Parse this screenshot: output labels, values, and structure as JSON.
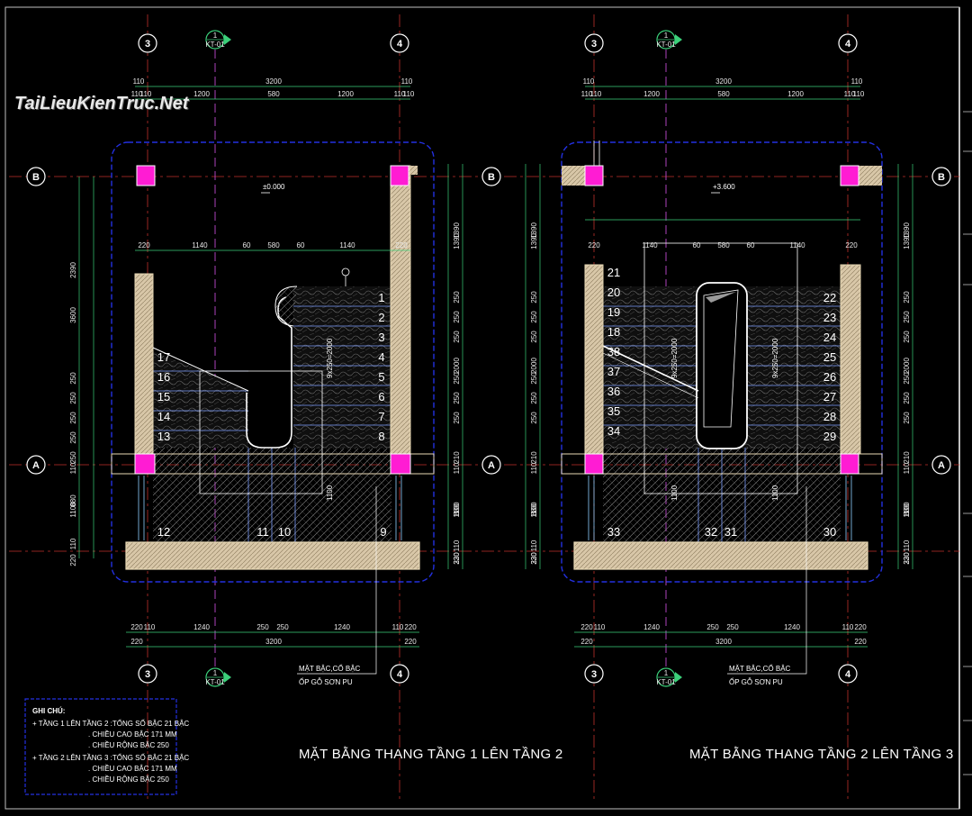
{
  "watermark": "TaiLieuKienTruc.Net",
  "grid": {
    "col_left": "3",
    "col_right": "4",
    "row_top": "B",
    "row_bottom": "A"
  },
  "section_tag": {
    "top": "1",
    "bottom": "KT-01"
  },
  "plans": [
    {
      "title": "MẶT BẰNG THANG TẦNG 1 LÊN TẦNG 2",
      "level": "±0.000",
      "steps_left": [
        "17",
        "16",
        "15",
        "14",
        "13"
      ],
      "steps_right": [
        "1",
        "2",
        "3",
        "4",
        "5",
        "6",
        "7",
        "8"
      ],
      "steps_bottom": [
        "12",
        "11",
        "10",
        "9"
      ],
      "slope_label": "9x250=2000",
      "note_label": "MẶT BẬC,CỔ BẬC",
      "note_label2": "ỐP GỖ SƠN PU"
    },
    {
      "title": "MẶT BẰNG THANG TẦNG 2 LÊN TẦNG 3",
      "level": "+3.600",
      "steps_left": [
        "21",
        "20",
        "19",
        "18",
        "38",
        "37",
        "36",
        "35",
        "34"
      ],
      "steps_right": [
        "22",
        "23",
        "24",
        "25",
        "26",
        "27",
        "28",
        "29"
      ],
      "steps_bottom": [
        "33",
        "32",
        "31",
        "30"
      ],
      "slope_label": "9x250=2000",
      "note_label": "MẶT BẬC,CỔ BẬC",
      "note_label2": "ỐP GỖ SƠN PU"
    }
  ],
  "dims": {
    "top1": [
      "110",
      "3200",
      "110"
    ],
    "top2": [
      "110",
      "110",
      "1200",
      "580",
      "1200",
      "110",
      "110"
    ],
    "inner": [
      "220",
      "1140",
      "60",
      "580",
      "60",
      "1140",
      "220"
    ],
    "bottom1": [
      "220",
      "110",
      "1240",
      "250",
      "250",
      "1240",
      "110",
      "220"
    ],
    "bottom2": [
      "220",
      "3200",
      "220"
    ],
    "right": [
      "1390",
      "1390",
      "250",
      "250",
      "250",
      "2000",
      "250",
      "250",
      "250",
      "210",
      "110",
      "1100",
      "880",
      "110",
      "220",
      "330"
    ],
    "left": [
      "2390",
      "3600",
      "250",
      "250",
      "250",
      "250",
      "250",
      "110",
      "1100",
      "880",
      "110",
      "220"
    ],
    "mid_label": "1100"
  },
  "notes": {
    "header": "GHI CHÚ:",
    "lines": [
      "+ TẦNG 1 LÊN TẦNG 2 :TỔNG SỐ BẬC 21 BẬC",
      ". CHIỀU CAO BẬC 171 MM",
      ". CHIỀU RỘNG BẬC 250",
      "+ TẦNG 2 LÊN TẦNG 3 :TỔNG SỐ BẬC 21 BẬC",
      ". CHIỀU CAO BẬC 171 MM",
      ". CHIỀU RỘNG BẬC 250"
    ]
  }
}
